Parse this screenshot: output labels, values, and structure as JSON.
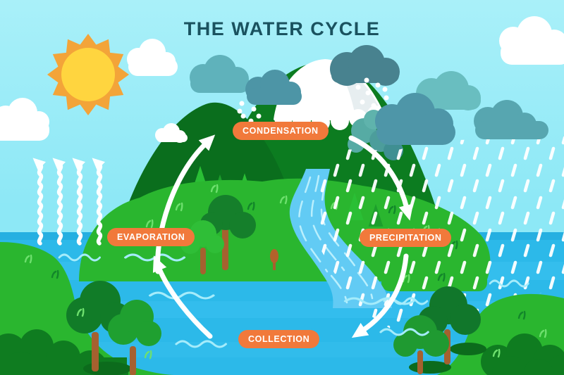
{
  "title": "THE WATER CYCLE",
  "stages": [
    {
      "id": "condensation",
      "label": "CONDENSATION"
    },
    {
      "id": "evaporation",
      "label": "EVAPORATION"
    },
    {
      "id": "precipitation",
      "label": "PRECIPITATION"
    },
    {
      "id": "collection",
      "label": "COLLECTION"
    }
  ],
  "scene": {
    "icons": [
      "sun-icon",
      "cloud-icon",
      "rain-cloud-icon",
      "snow-icon",
      "mountain-icon",
      "river-icon",
      "tree-icon",
      "pine-tree-icon",
      "evaporation-arrows-icon",
      "cycle-arrow-icon",
      "wave-icon"
    ]
  },
  "colors": {
    "sky": "#8FE9F7",
    "water": "#2CB9E9",
    "river": "#62CBF4",
    "island": "#2AB62F",
    "mountain": "#0C7C20",
    "hill": "#0A6E1D",
    "label_bg": "#F1793B",
    "label_text": "#FFFFFF",
    "title": "#1A525F",
    "sun_outer": "#F3A439",
    "sun_inner": "#FFD53F",
    "arrow": "#FFFFFF",
    "cloud_teal_light": "#69BEC0",
    "cloud_teal": "#57A6B0",
    "cloud_teal_dark": "#4E96A8",
    "tree_dark": "#157F2B",
    "tree_bright": "#2FBE37",
    "trunk": "#A5612F"
  }
}
